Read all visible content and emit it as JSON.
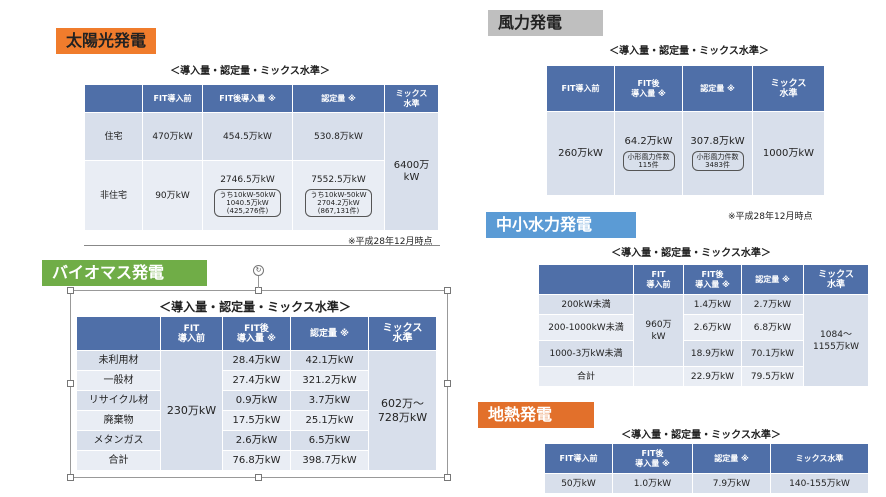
{
  "solar": {
    "badge": "太陽光発電",
    "subtitle": "＜導入量・認定量・ミックス水準＞",
    "headers": [
      "FIT導入前",
      "FIT後導入量 ※",
      "認定量 ※",
      "ミックス\n水準"
    ],
    "rows": [
      {
        "label": "住宅",
        "pre": "470万kW",
        "post": "454.5万kW",
        "cert": "530.8万kW"
      },
      {
        "label": "非住宅",
        "pre": "90万kW",
        "post": "2746.5万kW",
        "post_note": "うち10kW-50kW\n1040.5万kW\n(425,276件)",
        "cert": "7552.5万kW",
        "cert_note": "うち10kW-50kW\n2704.2万kW\n(867,131件)"
      }
    ],
    "mix": "6400万\nkW",
    "note": "※平成28年12月時点"
  },
  "wind": {
    "badge": "風力発電",
    "subtitle": "＜導入量・認定量・ミックス水準＞",
    "headers": [
      "FIT導入前",
      "FIT後\n導入量 ※",
      "認定量 ※",
      "ミックス\n水準"
    ],
    "pre": "260万kW",
    "post": "64.2万kW",
    "post_note": "小形風力件数\n115件",
    "cert": "307.8万kW",
    "cert_note": "小形風力件数\n3483件",
    "mix": "1000万kW",
    "note": "※平成28年12月時点"
  },
  "hydro": {
    "badge": "中小水力発電",
    "subtitle": "＜導入量・認定量・ミックス水準＞",
    "headers": [
      "",
      "FIT\n導入前",
      "FIT後\n導入量 ※",
      "認定量 ※",
      "ミックス\n水準"
    ],
    "rows": [
      {
        "label": "200kW未満",
        "post": "1.4万kW",
        "cert": "2.7万kW"
      },
      {
        "label": "200-1000kW未満",
        "post": "2.6万kW",
        "cert": "6.8万kW"
      },
      {
        "label": "1000-3万kW未満",
        "post": "18.9万kW",
        "cert": "70.1万kW"
      },
      {
        "label": "合計",
        "post": "22.9万kW",
        "cert": "79.5万kW"
      }
    ],
    "pre": "960万\nkW",
    "mix": "1084～\n1155万kW"
  },
  "biomass": {
    "badge": "バイオマス発電",
    "subtitle": "＜導入量・認定量・ミックス水準＞",
    "headers": [
      "",
      "FIT\n導入前",
      "FIT後\n導入量 ※",
      "認定量 ※",
      "ミックス\n水準"
    ],
    "rows": [
      {
        "label": "未利用材",
        "post": "28.4万kW",
        "cert": "42.1万kW"
      },
      {
        "label": "一般材",
        "post": "27.4万kW",
        "cert": "321.2万kW"
      },
      {
        "label": "リサイクル材",
        "post": "0.9万kW",
        "cert": "3.7万kW"
      },
      {
        "label": "廃棄物",
        "post": "17.5万kW",
        "cert": "25.1万kW"
      },
      {
        "label": "メタンガス",
        "post": "2.6万kW",
        "cert": "6.5万kW"
      },
      {
        "label": "合計",
        "post": "76.8万kW",
        "cert": "398.7万kW"
      }
    ],
    "pre": "230万kW",
    "mix": "602万～\n728万kW"
  },
  "geo": {
    "badge": "地熱発電",
    "subtitle": "＜導入量・認定量・ミックス水準＞",
    "headers": [
      "FIT導入前",
      "FIT後\n導入量 ※",
      "認定量 ※",
      "ミックス水準"
    ],
    "values": [
      "50万kW",
      "1.0万kW",
      "7.9万kW",
      "140-155万kW"
    ]
  },
  "colors": {
    "solar_badge": "#f07c2c",
    "wind_badge": "#bfbfbf",
    "hydro_badge": "#5b9bd5",
    "biomass_badge": "#70ad47",
    "geo_badge": "#e2702b",
    "header": "#4f6fa8",
    "cell": "#d8dfeb"
  }
}
